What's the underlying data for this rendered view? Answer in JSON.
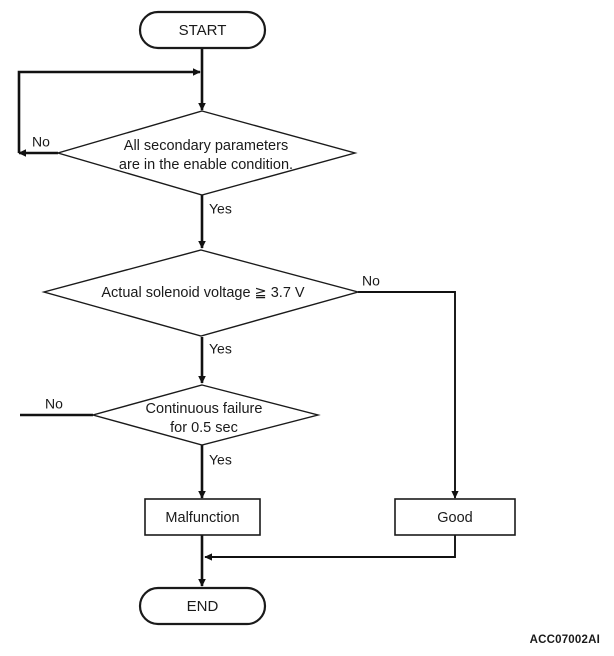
{
  "figure": {
    "code": "ACC07002AI",
    "background_color": "#ffffff",
    "line_color": "#111111",
    "text_color": "#1a1a1a"
  },
  "nodes": {
    "start": {
      "label": "START",
      "type": "terminator"
    },
    "decision_1": {
      "line1": "All secondary parameters",
      "line2": "are in the enable condition.",
      "type": "decision"
    },
    "decision_2": {
      "line1": "Actual solenoid voltage ≧ 3.7 V",
      "type": "decision"
    },
    "decision_3": {
      "line1": "Continuous failure",
      "line2": "for 0.5 sec",
      "type": "decision"
    },
    "malfunction": {
      "label": "Malfunction",
      "type": "process"
    },
    "good": {
      "label": "Good",
      "type": "process"
    },
    "end": {
      "label": "END",
      "type": "terminator"
    }
  },
  "branch_labels": {
    "d1_no": "No",
    "d1_yes": "Yes",
    "d2_no": "No",
    "d2_yes": "Yes",
    "d3_no": "No",
    "d3_yes": "Yes"
  }
}
